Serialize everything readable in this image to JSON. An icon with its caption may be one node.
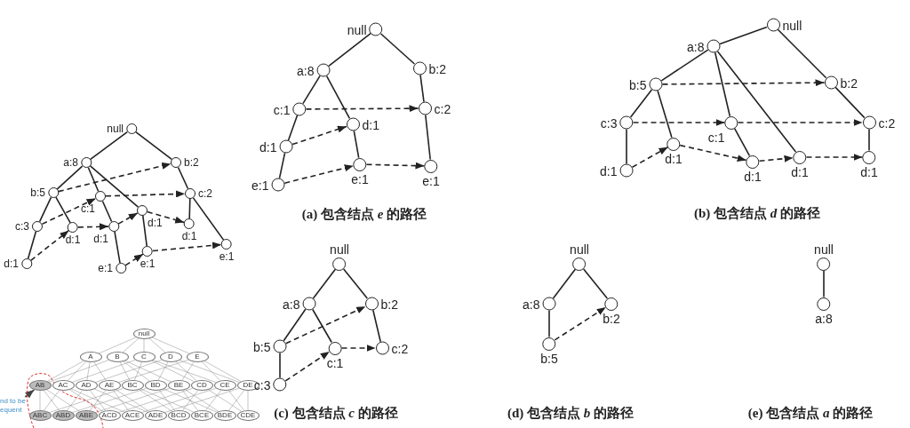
{
  "diagram": {
    "nodes": [
      {
        "text": [
          "null"
        ]
      },
      {
        "text": [
          "a:8"
        ]
      },
      {
        "text": [
          "b:2"
        ]
      },
      {
        "text": [
          "b:5"
        ]
      },
      {
        "text": [
          "c:1"
        ]
      },
      {
        "text": [
          "c:2"
        ]
      },
      {
        "text": [
          "c:3"
        ]
      },
      {
        "text": [
          "d:1"
        ]
      },
      {
        "text": [
          "d:1"
        ]
      },
      {
        "text": [
          "d:1"
        ]
      },
      {
        "text": [
          "d:1"
        ]
      },
      {
        "text": [
          "d:1"
        ]
      },
      {
        "text": [
          "e:1"
        ]
      },
      {
        "text": [
          "e:1"
        ]
      },
      {
        "text": [
          "e:1"
        ]
      },
      {
        "text": [
          "null"
        ]
      },
      {
        "text": [
          "A"
        ]
      },
      {
        "text": [
          "B"
        ]
      },
      {
        "text": [
          "C"
        ]
      },
      {
        "text": [
          "D"
        ]
      },
      {
        "text": [
          "E"
        ]
      },
      {
        "text": [
          "AB"
        ]
      },
      {
        "text": [
          "AC"
        ]
      },
      {
        "text": [
          "AD"
        ]
      },
      {
        "text": [
          "AE"
        ]
      },
      {
        "text": [
          "BC"
        ]
      },
      {
        "text": [
          "BD"
        ]
      },
      {
        "text": [
          "BE"
        ]
      },
      {
        "text": [
          "CD"
        ]
      },
      {
        "text": [
          "CE"
        ]
      },
      {
        "text": [
          "DE"
        ]
      },
      {
        "text": [
          "ABC"
        ]
      },
      {
        "text": [
          "ABD"
        ]
      },
      {
        "text": [
          "ABE"
        ]
      },
      {
        "text": [
          "ACD"
        ]
      },
      {
        "text": [
          "ACE"
        ]
      },
      {
        "text": [
          "ADE"
        ]
      },
      {
        "text": [
          "BCD"
        ]
      },
      {
        "text": [
          "BCE"
        ]
      },
      {
        "text": [
          "BDE"
        ]
      },
      {
        "text": [
          "CDE"
        ]
      },
      {
        "text": [
          "nd to be equent"
        ]
      },
      {
        "text": [
          "null"
        ]
      },
      {
        "text": [
          "a:8"
        ]
      },
      {
        "text": [
          "b:2"
        ]
      },
      {
        "text": [
          "c:1"
        ]
      },
      {
        "text": [
          "c:2"
        ]
      },
      {
        "text": [
          "d:1"
        ]
      },
      {
        "text": [
          "d:1"
        ]
      },
      {
        "text": [
          "e:1"
        ]
      },
      {
        "text": [
          "e:1"
        ]
      },
      {
        "text": [
          "e:1"
        ]
      },
      {
        "text": [
          "null"
        ]
      },
      {
        "text": [
          "a:8"
        ]
      },
      {
        "text": [
          "b:5"
        ]
      },
      {
        "text": [
          "b:2"
        ]
      },
      {
        "text": [
          "c:3"
        ]
      },
      {
        "text": [
          "c:1"
        ]
      },
      {
        "text": [
          "c:2"
        ]
      },
      {
        "text": [
          "d:1"
        ]
      },
      {
        "text": [
          "d:1"
        ]
      },
      {
        "text": [
          "d:1"
        ]
      },
      {
        "text": [
          "d:1"
        ]
      },
      {
        "text": [
          "d:1"
        ]
      },
      {
        "text": [
          "null"
        ]
      },
      {
        "text": [
          "a:8"
        ]
      },
      {
        "text": [
          "b:2"
        ]
      },
      {
        "text": [
          "b:5"
        ]
      },
      {
        "text": [
          "c:1"
        ]
      },
      {
        "text": [
          "c:2"
        ]
      },
      {
        "text": [
          "c:3"
        ]
      },
      {
        "text": [
          "null"
        ]
      },
      {
        "text": [
          "a:8"
        ]
      },
      {
        "text": [
          "b:2"
        ]
      },
      {
        "text": [
          "b:5"
        ]
      },
      {
        "text": [
          "null"
        ]
      },
      {
        "text": [
          "a:8"
        ]
      }
    ],
    "edges": [
      {
        "from": 0,
        "to": 1,
        "arrow": "none"
      },
      {
        "from": 0,
        "to": 2,
        "arrow": "none"
      },
      {
        "from": 1,
        "to": 3,
        "arrow": "none"
      },
      {
        "from": 1,
        "to": 4,
        "arrow": "none"
      },
      {
        "from": 1,
        "to": 9,
        "arrow": "none"
      },
      {
        "from": 3,
        "to": 6,
        "arrow": "none"
      },
      {
        "from": 3,
        "to": 7,
        "arrow": "none"
      },
      {
        "from": 6,
        "to": 11,
        "arrow": "none"
      },
      {
        "from": 4,
        "to": 8,
        "arrow": "none"
      },
      {
        "from": 8,
        "to": 12,
        "arrow": "none"
      },
      {
        "from": 9,
        "to": 13,
        "arrow": "none"
      },
      {
        "from": 2,
        "to": 5,
        "arrow": "none"
      },
      {
        "from": 5,
        "to": 10,
        "arrow": "none"
      },
      {
        "from": 5,
        "to": 14,
        "arrow": "none"
      },
      {
        "from": 3,
        "to": 2,
        "arrow": "to",
        "style": "dashed"
      },
      {
        "from": 6,
        "to": 4,
        "arrow": "to",
        "style": "dashed"
      },
      {
        "from": 4,
        "to": 5,
        "arrow": "to",
        "style": "dashed"
      },
      {
        "from": 11,
        "to": 7,
        "arrow": "to",
        "style": "dashed"
      },
      {
        "from": 7,
        "to": 8,
        "arrow": "to",
        "style": "dashed"
      },
      {
        "from": 8,
        "to": 9,
        "arrow": "to",
        "style": "dashed"
      },
      {
        "from": 9,
        "to": 10,
        "arrow": "to",
        "style": "dashed"
      },
      {
        "from": 12,
        "to": 13,
        "arrow": "to",
        "style": "dashed"
      },
      {
        "from": 13,
        "to": 14,
        "arrow": "to",
        "style": "dashed"
      },
      {
        "from": 15,
        "to": 16,
        "arrow": "none",
        "color": "#8a8a8a"
      },
      {
        "from": 15,
        "to": 17,
        "arrow": "none",
        "color": "#8a8a8a"
      },
      {
        "from": 15,
        "to": 18,
        "arrow": "none",
        "color": "#8a8a8a"
      },
      {
        "from": 15,
        "to": 19,
        "arrow": "none",
        "color": "#8a8a8a"
      },
      {
        "from": 15,
        "to": 20,
        "arrow": "none",
        "color": "#8a8a8a"
      },
      {
        "from": 16,
        "to": 21,
        "arrow": "none",
        "color": "#8a8a8a"
      },
      {
        "from": 16,
        "to": 22,
        "arrow": "none",
        "color": "#8a8a8a"
      },
      {
        "from": 16,
        "to": 23,
        "arrow": "none",
        "color": "#8a8a8a"
      },
      {
        "from": 16,
        "to": 24,
        "arrow": "none",
        "color": "#8a8a8a"
      },
      {
        "from": 17,
        "to": 21,
        "arrow": "none",
        "color": "#8a8a8a"
      },
      {
        "from": 17,
        "to": 25,
        "arrow": "none",
        "color": "#8a8a8a"
      },
      {
        "from": 17,
        "to": 26,
        "arrow": "none",
        "color": "#8a8a8a"
      },
      {
        "from": 17,
        "to": 27,
        "arrow": "none",
        "color": "#8a8a8a"
      },
      {
        "from": 18,
        "to": 22,
        "arrow": "none",
        "color": "#8a8a8a"
      },
      {
        "from": 18,
        "to": 25,
        "arrow": "none",
        "color": "#8a8a8a"
      },
      {
        "from": 18,
        "to": 28,
        "arrow": "none",
        "color": "#8a8a8a"
      },
      {
        "from": 18,
        "to": 29,
        "arrow": "none",
        "color": "#8a8a8a"
      },
      {
        "from": 19,
        "to": 23,
        "arrow": "none",
        "color": "#8a8a8a"
      },
      {
        "from": 19,
        "to": 26,
        "arrow": "none",
        "color": "#8a8a8a"
      },
      {
        "from": 19,
        "to": 28,
        "arrow": "none",
        "color": "#8a8a8a"
      },
      {
        "from": 19,
        "to": 30,
        "arrow": "none",
        "color": "#8a8a8a"
      },
      {
        "from": 20,
        "to": 24,
        "arrow": "none",
        "color": "#8a8a8a"
      },
      {
        "from": 20,
        "to": 27,
        "arrow": "none",
        "color": "#8a8a8a"
      },
      {
        "from": 20,
        "to": 29,
        "arrow": "none",
        "color": "#8a8a8a"
      },
      {
        "from": 20,
        "to": 30,
        "arrow": "none",
        "color": "#8a8a8a"
      },
      {
        "from": 21,
        "to": 31,
        "arrow": "none",
        "color": "#8a8a8a"
      },
      {
        "from": 22,
        "to": 31,
        "arrow": "none",
        "color": "#8a8a8a"
      },
      {
        "from": 25,
        "to": 31,
        "arrow": "none",
        "color": "#8a8a8a"
      },
      {
        "from": 21,
        "to": 32,
        "arrow": "none",
        "color": "#8a8a8a"
      },
      {
        "from": 23,
        "to": 32,
        "arrow": "none",
        "color": "#8a8a8a"
      },
      {
        "from": 26,
        "to": 32,
        "arrow": "none",
        "color": "#8a8a8a"
      },
      {
        "from": 21,
        "to": 33,
        "arrow": "none",
        "color": "#8a8a8a"
      },
      {
        "from": 24,
        "to": 33,
        "arrow": "none",
        "color": "#8a8a8a"
      },
      {
        "from": 27,
        "to": 33,
        "arrow": "none",
        "color": "#8a8a8a"
      },
      {
        "from": 22,
        "to": 34,
        "arrow": "none",
        "color": "#8a8a8a"
      },
      {
        "from": 23,
        "to": 34,
        "arrow": "none",
        "color": "#8a8a8a"
      },
      {
        "from": 28,
        "to": 34,
        "arrow": "none",
        "color": "#8a8a8a"
      },
      {
        "from": 22,
        "to": 35,
        "arrow": "none",
        "color": "#8a8a8a"
      },
      {
        "from": 24,
        "to": 35,
        "arrow": "none",
        "color": "#8a8a8a"
      },
      {
        "from": 29,
        "to": 35,
        "arrow": "none",
        "color": "#8a8a8a"
      },
      {
        "from": 23,
        "to": 36,
        "arrow": "none",
        "color": "#8a8a8a"
      },
      {
        "from": 24,
        "to": 36,
        "arrow": "none",
        "color": "#8a8a8a"
      },
      {
        "from": 30,
        "to": 36,
        "arrow": "none",
        "color": "#8a8a8a"
      },
      {
        "from": 25,
        "to": 37,
        "arrow": "none",
        "color": "#8a8a8a"
      },
      {
        "from": 26,
        "to": 37,
        "arrow": "none",
        "color": "#8a8a8a"
      },
      {
        "from": 28,
        "to": 37,
        "arrow": "none",
        "color": "#8a8a8a"
      },
      {
        "from": 25,
        "to": 38,
        "arrow": "none",
        "color": "#8a8a8a"
      },
      {
        "from": 27,
        "to": 38,
        "arrow": "none",
        "color": "#8a8a8a"
      },
      {
        "from": 29,
        "to": 38,
        "arrow": "none",
        "color": "#8a8a8a"
      },
      {
        "from": 26,
        "to": 39,
        "arrow": "none",
        "color": "#8a8a8a"
      },
      {
        "from": 27,
        "to": 39,
        "arrow": "none",
        "color": "#8a8a8a"
      },
      {
        "from": 30,
        "to": 39,
        "arrow": "none",
        "color": "#8a8a8a"
      },
      {
        "from": 28,
        "to": 40,
        "arrow": "none",
        "color": "#8a8a8a"
      },
      {
        "from": 29,
        "to": 40,
        "arrow": "none",
        "color": "#8a8a8a"
      },
      {
        "from": 30,
        "to": 40,
        "arrow": "none",
        "color": "#8a8a8a"
      },
      {
        "from": 41,
        "to": 21,
        "arrow": "to",
        "color": "#444444"
      },
      {
        "from": 42,
        "to": 43,
        "arrow": "none"
      },
      {
        "from": 42,
        "to": 44,
        "arrow": "none"
      },
      {
        "from": 43,
        "to": 45,
        "arrow": "none"
      },
      {
        "from": 43,
        "to": 47,
        "arrow": "none"
      },
      {
        "from": 45,
        "to": 48,
        "arrow": "none"
      },
      {
        "from": 48,
        "to": 49,
        "arrow": "none"
      },
      {
        "from": 47,
        "to": 50,
        "arrow": "none"
      },
      {
        "from": 44,
        "to": 46,
        "arrow": "none"
      },
      {
        "from": 46,
        "to": 51,
        "arrow": "none"
      },
      {
        "from": 45,
        "to": 46,
        "arrow": "to",
        "style": "dashed"
      },
      {
        "from": 48,
        "to": 47,
        "arrow": "to",
        "style": "dashed"
      },
      {
        "from": 49,
        "to": 50,
        "arrow": "to",
        "style": "dashed"
      },
      {
        "from": 50,
        "to": 51,
        "arrow": "to",
        "style": "dashed"
      },
      {
        "from": 52,
        "to": 53,
        "arrow": "none"
      },
      {
        "from": 52,
        "to": 55,
        "arrow": "none"
      },
      {
        "from": 53,
        "to": 54,
        "arrow": "none"
      },
      {
        "from": 53,
        "to": 57,
        "arrow": "none"
      },
      {
        "from": 53,
        "to": 62,
        "arrow": "none"
      },
      {
        "from": 54,
        "to": 56,
        "arrow": "none"
      },
      {
        "from": 54,
        "to": 60,
        "arrow": "none"
      },
      {
        "from": 56,
        "to": 59,
        "arrow": "none"
      },
      {
        "from": 57,
        "to": 61,
        "arrow": "none"
      },
      {
        "from": 55,
        "to": 58,
        "arrow": "none"
      },
      {
        "from": 58,
        "to": 63,
        "arrow": "none"
      },
      {
        "from": 54,
        "to": 55,
        "arrow": "to",
        "style": "dashed"
      },
      {
        "from": 56,
        "to": 57,
        "arrow": "to",
        "style": "dashed"
      },
      {
        "from": 57,
        "to": 58,
        "arrow": "to",
        "style": "dashed"
      },
      {
        "from": 59,
        "to": 60,
        "arrow": "to",
        "style": "dashed"
      },
      {
        "from": 60,
        "to": 61,
        "arrow": "to",
        "style": "dashed"
      },
      {
        "from": 61,
        "to": 62,
        "arrow": "to",
        "style": "dashed"
      },
      {
        "from": 62,
        "to": 63,
        "arrow": "to",
        "style": "dashed"
      },
      {
        "from": 64,
        "to": 65,
        "arrow": "none"
      },
      {
        "from": 64,
        "to": 66,
        "arrow": "none"
      },
      {
        "from": 65,
        "to": 67,
        "arrow": "none"
      },
      {
        "from": 65,
        "to": 68,
        "arrow": "none"
      },
      {
        "from": 67,
        "to": 70,
        "arrow": "none"
      },
      {
        "from": 66,
        "to": 69,
        "arrow": "none"
      },
      {
        "from": 67,
        "to": 66,
        "arrow": "to",
        "style": "dashed"
      },
      {
        "from": 70,
        "to": 68,
        "arrow": "to",
        "style": "dashed"
      },
      {
        "from": 68,
        "to": 69,
        "arrow": "to",
        "style": "dashed"
      },
      {
        "from": 71,
        "to": 72,
        "arrow": "none"
      },
      {
        "from": 71,
        "to": 73,
        "arrow": "none"
      },
      {
        "from": 72,
        "to": 74,
        "arrow": "none"
      },
      {
        "from": 74,
        "to": 73,
        "arrow": "to",
        "style": "dashed"
      },
      {
        "from": 75,
        "to": 76,
        "arrow": "none"
      }
    ],
    "labels": [
      "(a) 包含结点 *e* 的路径",
      "(b) 包含结点 *d* 的路径",
      "(c) 包含结点 *c* 的路径",
      "(d) 包含结点 *b* 的路径",
      "(e) 包含结点 *a* 的路径"
    ]
  }
}
